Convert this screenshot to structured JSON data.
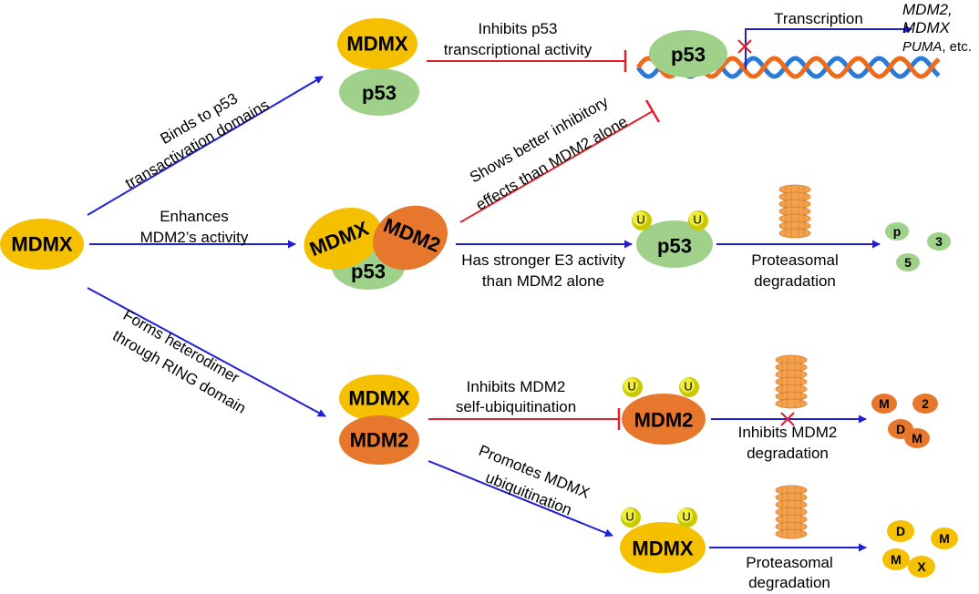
{
  "colors": {
    "mdmx": "#f5c000",
    "mdm2": "#e8772e",
    "p53": "#9fd18b",
    "activate_arrow": "#1f1fd6",
    "inhibit_line": "#e0202a",
    "ubiquitin": "#d8d800",
    "proteasome": "#f2a24c",
    "dna_a": "#2b7bd4",
    "dna_b": "#f06a1a"
  },
  "icons": [
    "ubiquitin-icon",
    "proteasome-icon",
    "dna-helix-icon",
    "block-x-icon"
  ],
  "nodes": {
    "mdmx_source": "MDMX",
    "complex1_mdmx": "MDMX",
    "complex1_p53": "p53",
    "dna_p53": "p53",
    "complex2_mdmx": "MDMX",
    "complex2_mdm2": "MDM2",
    "complex2_p53": "p53",
    "ub_p53": "p53",
    "complex3_mdmx": "MDMX",
    "complex3_mdm2": "MDM2",
    "ub_mdm2": "MDM2",
    "ub_mdmx": "MDMX",
    "ubiquitin": "U"
  },
  "labels": {
    "binds_1": "Binds to p53",
    "binds_2": "transactivation domains",
    "enhances_1": "Enhances",
    "enhances_2": "MDM2’s activity",
    "forms_1": "Forms heterodimer",
    "forms_2": "through RING domain",
    "inhibits_p53_1": "Inhibits p53",
    "inhibits_p53_2": "transcriptional activity",
    "shows_1": "Shows better inhibitory",
    "shows_2": "effects than MDM2 alone",
    "transcription": "Transcription",
    "targets_1": "MDM2,",
    "targets_2": "MDMX",
    "targets_3a": "PUMA",
    "targets_3b": ", etc.",
    "stronger_1": "Has stronger E3 activity",
    "stronger_2": "than MDM2 alone",
    "proteasomal_1": "Proteasomal",
    "proteasomal_2": "degradation",
    "inhibits_mdm2_1": "Inhibits MDM2",
    "inhibits_mdm2_2": "self-ubiquitination",
    "inhibits_deg_1": "Inhibits MDM2",
    "inhibits_deg_2": "degradation",
    "promotes_1": "Promotes MDMX",
    "promotes_2": "ubiquitination",
    "proteasomal_b_1": "Proteasomal",
    "proteasomal_b_2": "degradation"
  },
  "fragments": {
    "p53": [
      "p",
      "3",
      "5"
    ],
    "mdm2": [
      "M",
      "2",
      "D",
      "M"
    ],
    "mdmx": [
      "D",
      "M",
      "M",
      "X"
    ]
  }
}
